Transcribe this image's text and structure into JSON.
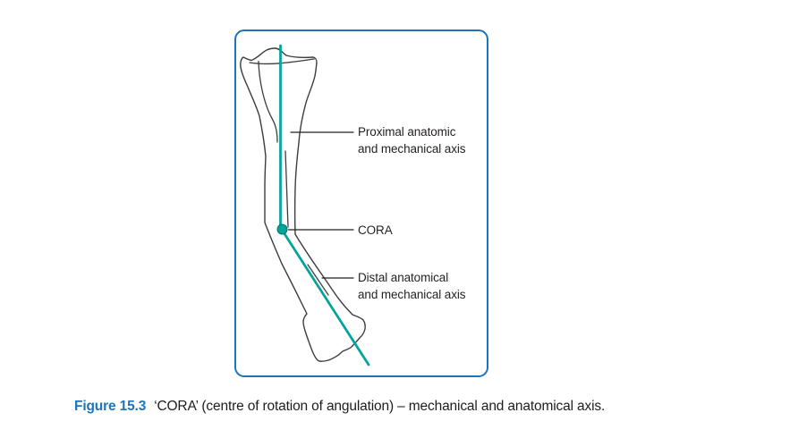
{
  "figure": {
    "box": {
      "border_color": "#1c75bc"
    },
    "colors": {
      "axis_teal": "#00a49a",
      "bone_outline": "#3d3d3d",
      "leader_line": "#231f20"
    },
    "labels": {
      "proximal_line1": "Proximal anatomic",
      "proximal_line2": "and mechanical axis",
      "cora": "CORA",
      "distal_line1": "Distal anatomical",
      "distal_line2": "and mechanical axis"
    },
    "icons": {
      "cora_point_marker": "filled teal circle at centre of rotation of angulation"
    }
  },
  "caption": {
    "figure_number": "Figure 15.3",
    "figure_number_color": "#1c75bc",
    "text": "‘CORA’ (centre of rotation of angulation) – mechanical and anatomical axis."
  }
}
